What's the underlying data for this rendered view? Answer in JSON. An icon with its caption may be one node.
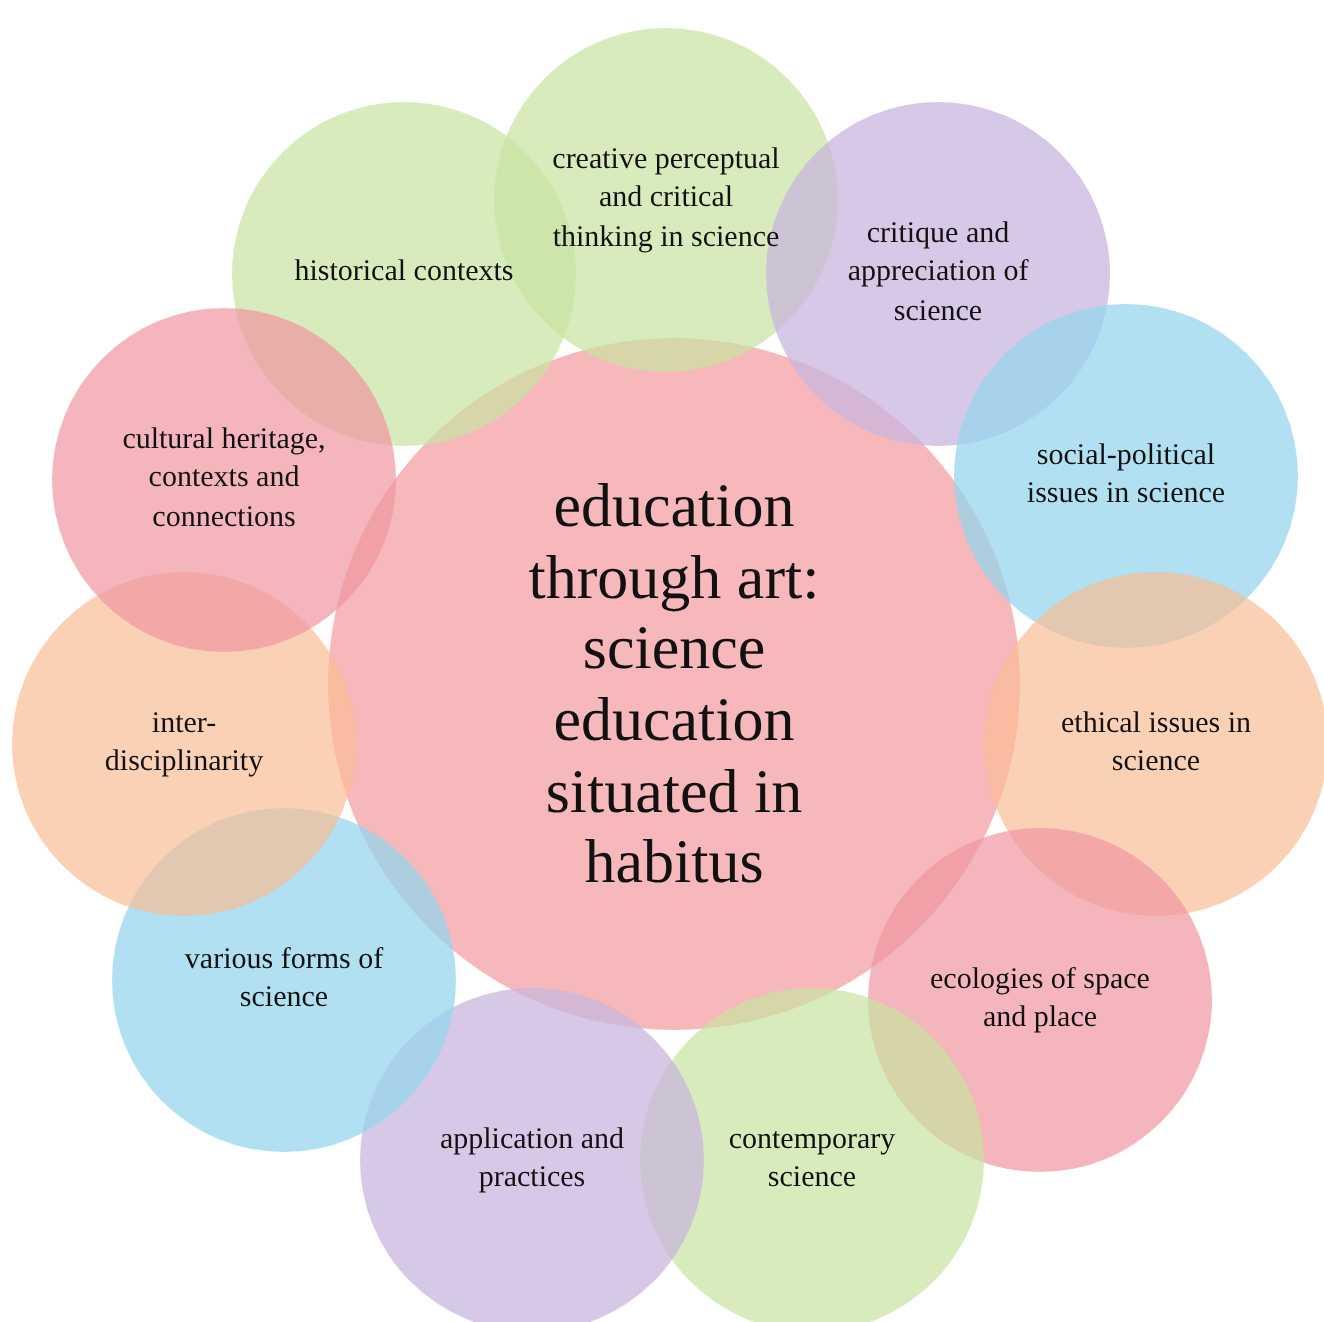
{
  "diagram": {
    "nodes": [
      {
        "text": [
          "education through art: science education situated in habitus"
        ]
      },
      {
        "text": [
          "historical contexts"
        ]
      },
      {
        "text": [
          "creative perceptual and critical thinking in science"
        ]
      },
      {
        "text": [
          "critique and appreciation of science"
        ]
      },
      {
        "text": [
          "social-political issues in science"
        ]
      },
      {
        "text": [
          "ethical issues in science"
        ]
      },
      {
        "text": [
          "ecologies of space and place"
        ]
      },
      {
        "text": [
          "contemporary science"
        ]
      },
      {
        "text": [
          "application and practices"
        ]
      },
      {
        "text": [
          "various forms of science"
        ]
      },
      {
        "text": [
          "inter- disciplinarity"
        ]
      },
      {
        "text": [
          "cultural heritage, contexts and connections"
        ]
      }
    ]
  }
}
